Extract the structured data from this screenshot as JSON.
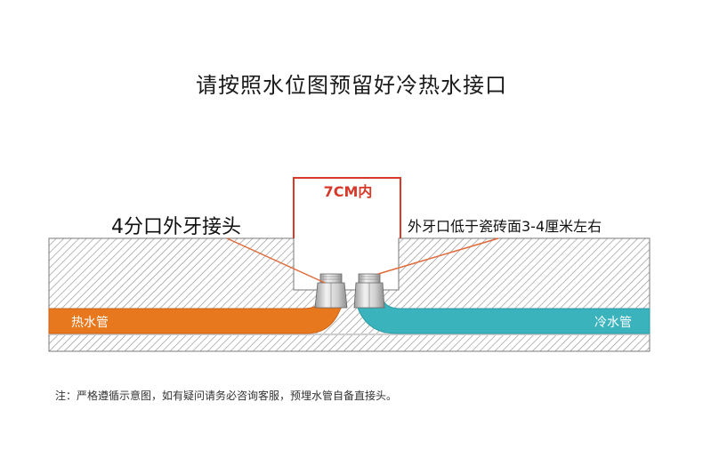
{
  "title": "请按照水位图预留好冷热水接口",
  "dimension": {
    "label": "7CM内"
  },
  "labels": {
    "left_fitting": "4分口外牙接头",
    "right_fitting": "外牙口低于瓷砖面3-4厘米左右",
    "hot_pipe": "热水管",
    "cold_pipe": "冷水管"
  },
  "note": "注：严格遵循示意图，如有疑问请务必咨询客服，预埋水管自备直接头。",
  "colors": {
    "hot_pipe": "#e8781e",
    "cold_pipe": "#3ab3bd",
    "dimension": "#d73a2a",
    "leader_line": "#e06a3a",
    "wall_hatch": "#8a8a8a"
  }
}
